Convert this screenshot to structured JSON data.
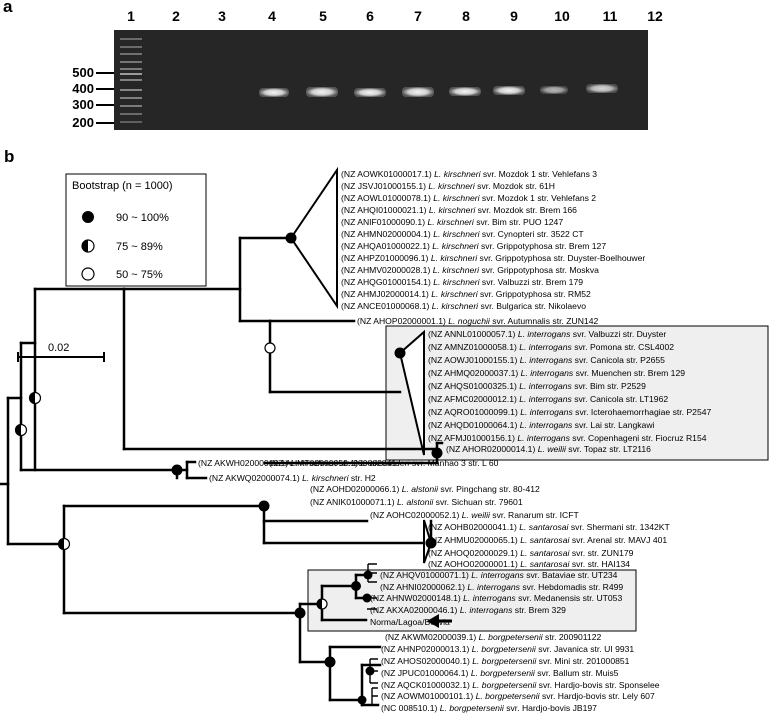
{
  "panel_a": {
    "label": "a",
    "lanes": [
      "1",
      "2",
      "3",
      "4",
      "5",
      "6",
      "7",
      "8",
      "9",
      "10",
      "11",
      "12"
    ],
    "markers": [
      "500",
      "400",
      "300",
      "200"
    ]
  },
  "panel_b": {
    "label": "b",
    "scale_bar": "0.02",
    "legend": {
      "title": "Bootstrap (n = 1000)",
      "items": [
        "90 ~ 100%",
        "75 ~ 89%",
        "50 ~ 75%"
      ]
    },
    "leaves": [
      {
        "acc": "(NZ AOWK01000017.1)",
        "sp": "L. kirschneri",
        "rest": "svr. Mozdok 1 str. Vehlefans 3"
      },
      {
        "acc": "(NZ JSVJ01000155.1)",
        "sp": "L. kirschneri",
        "rest": "svr. Mozdok str. 61H"
      },
      {
        "acc": "(NZ AOWL01000078.1)",
        "sp": "L. kirschneri",
        "rest": "svr. Mozdok 1 str. Vehlefans 2"
      },
      {
        "acc": "(NZ AHQI01000021.1)",
        "sp": "L. kirschneri",
        "rest": "svr. Mozdok str. Brem 166"
      },
      {
        "acc": "(NZ ANIF01000090.1)",
        "sp": "L. kirschneri",
        "rest": "svr. Bim str. PUO 1247"
      },
      {
        "acc": "(NZ AHMN02000004.1)",
        "sp": "L. kirschneri",
        "rest": "svr. Cynopteri str. 3522 CT"
      },
      {
        "acc": "(NZ AHQA01000022.1)",
        "sp": "L. kirschneri",
        "rest": "svr. Grippotyphosa str. Brem 127"
      },
      {
        "acc": "(NZ AHPZ01000096.1)",
        "sp": "L. kirschneri",
        "rest": "svr. Grippotyphosa str. Duyster-Boelhouwer"
      },
      {
        "acc": "(NZ AHMV02000028.1)",
        "sp": "L. kirschneri",
        "rest": "svr. Grippotyphosa str. Moskva"
      },
      {
        "acc": "(NZ AHQG01000154.1)",
        "sp": "L. kirschneri",
        "rest": "svr. Valbuzzi str. Brem 179"
      },
      {
        "acc": "(NZ AHMJ02000014.1)",
        "sp": "L. kirschneri",
        "rest": "svr. Grippotyphosa str. RM52"
      },
      {
        "acc": "(NZ ANCE01000068.1)",
        "sp": "L. kirschneri",
        "rest": "svr. Bulgarica str. Nikolaevo"
      },
      {
        "acc": "(NZ AHOP02000001.1)",
        "sp": "L. noguchii",
        "rest": "svr. Autumnalis str. ZUN142"
      },
      {
        "acc": "(NZ ANNL01000057.1)",
        "sp": "L. interrogans",
        "rest": "svr. Valbuzzi str. Duyster"
      },
      {
        "acc": "(NZ AMNZ01000058.1)",
        "sp": "L. interrogans",
        "rest": "svr. Pomona str. CSL4002"
      },
      {
        "acc": "(NZ AOWJ01000155.1)",
        "sp": "L. interrogans",
        "rest": "svr. Canicola str. P2655"
      },
      {
        "acc": "(NZ AHMQ02000037.1)",
        "sp": "L. interrogans",
        "rest": "svr. Muenchen str. Brem 129"
      },
      {
        "acc": "(NZ AHQS01000325.1)",
        "sp": "L. interrogans",
        "rest": "svr. Bim str. P2529"
      },
      {
        "acc": "(NZ AFMC02000012.1)",
        "sp": "L. interrogans",
        "rest": "svr. Canicola str. LT1962"
      },
      {
        "acc": "(NZ AQRO01000099.1)",
        "sp": "L. interrogans",
        "rest": "svr. Icterohaemorrhagiae str. P2547"
      },
      {
        "acc": "(NZ AHQD01000064.1)",
        "sp": "L. interrogans",
        "rest": "svr. Lai str. Langkawi"
      },
      {
        "acc": "(NZ AFMJ01000156.1)",
        "sp": "L. interrogans",
        "rest": "svr. Copenhageni str. Fiocruz R154"
      },
      {
        "acc": "(NZ AHOR02000014.1)",
        "sp": "L. weilii",
        "rest": "svr. Topaz str. LT2116"
      },
      {
        "acc": "(NZ AHMT02000052.1)",
        "sp": "L. alexanderi",
        "rest": "svr. Manhao 3 str. L 60"
      },
      {
        "acc": "(NZ AKWH02000012.1)",
        "sp": "L. kirschneri",
        "rest": "str. 200802841"
      },
      {
        "acc": "(NZ AKWQ02000074.1)",
        "sp": "L. kirschneri",
        "rest": "str. H2"
      },
      {
        "acc": "(NZ AOHD02000066.1)",
        "sp": "L. alstonii",
        "rest": "svr. Pingchang str. 80-412"
      },
      {
        "acc": "(NZ ANIK01000071.1)",
        "sp": "L. alstonii",
        "rest": "svr. Sichuan str. 79601"
      },
      {
        "acc": "(NZ AOHC02000052.1)",
        "sp": "L. weilii",
        "rest": "svr. Ranarum str. ICFT"
      },
      {
        "acc": "(NZ AOHB02000041.1)",
        "sp": "L. santarosai",
        "rest": "svr. Shermani str. 1342KT"
      },
      {
        "acc": "(NZ AHMU02000065.1)",
        "sp": "L. santarosai",
        "rest": "svr. Arenal str. MAVJ 401"
      },
      {
        "acc": "(NZ AHOQ02000029.1)",
        "sp": "L. santarosai",
        "rest": "svr. str. ZUN179"
      },
      {
        "acc": "(NZ AOHO02000001.1)",
        "sp": "L. santarosai",
        "rest": "svr. str. HAI134"
      },
      {
        "acc": "(NZ AHQV01000071.1)",
        "sp": "L. interrogans",
        "rest": "svr. Bataviae str. UT234"
      },
      {
        "acc": "(NZ AHNI02000062.1)",
        "sp": "L. interrogans",
        "rest": "svr. Hebdomadis str. R499"
      },
      {
        "acc": "(NZ AHNW02000148.1)",
        "sp": "L. interrogans",
        "rest": "svr. Medanensis str. UT053"
      },
      {
        "acc": "(NZ AKXA02000046.1)",
        "sp": "L. interrogans",
        "rest": "str. Brem 329"
      },
      {
        "acc": "",
        "sp": "",
        "rest": "Norma/Lagoa/Bolivia"
      },
      {
        "acc": "(NZ AKWM02000039.1)",
        "sp": "L. borgpetersenii",
        "rest": "str. 200901122"
      },
      {
        "acc": "(NZ AHNP02000013.1)",
        "sp": "L. borgpetersenii",
        "rest": "svr. Javanica str. UI 9931"
      },
      {
        "acc": "(NZ AHOS02000040.1)",
        "sp": "L. borgpetersenii",
        "rest": "svr. Mini str. 201000851"
      },
      {
        "acc": "(NZ JPUC01000064.1)",
        "sp": "L. borgpetersenii",
        "rest": "svr. Ballum str. Muis5"
      },
      {
        "acc": "(NZ AQCK01000032.1)",
        "sp": "L. borgpetersenii",
        "rest": "svr. Hardjo-bovis str. Sponselee"
      },
      {
        "acc": "(NZ AOWM01000101.1)",
        "sp": "L. borgpetersenii",
        "rest": "svr. Hardjo-bovis str. Lely 607"
      },
      {
        "acc": "(NC 008510.1)",
        "sp": "L. borgpetersenii",
        "rest": "svr. Hardjo-bovis JB197"
      }
    ]
  }
}
